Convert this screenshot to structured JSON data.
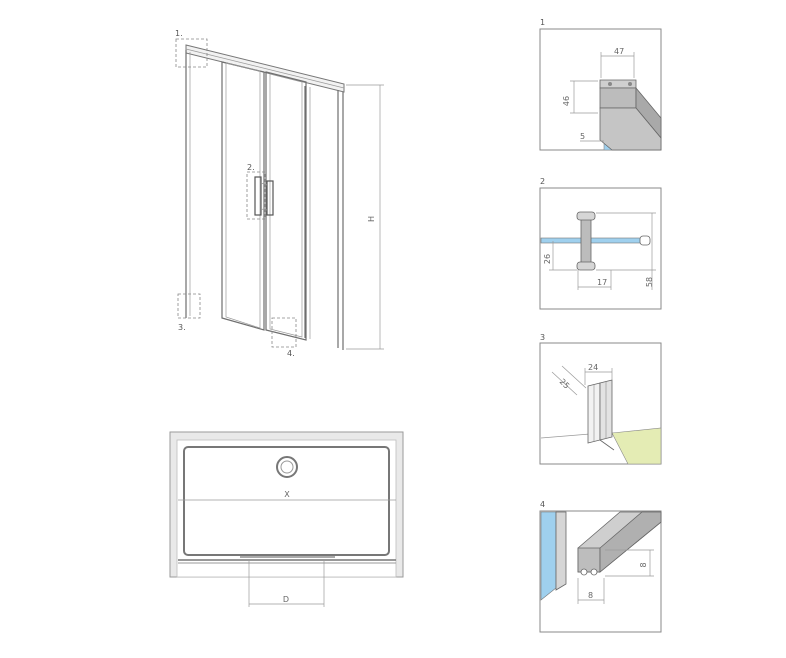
{
  "callouts": {
    "c1": "1.",
    "c2": "2.",
    "c3": "3.",
    "c4": "4."
  },
  "dims": {
    "height": "H",
    "width_x": "X",
    "depth_d": "D"
  },
  "details": {
    "d1": {
      "label": "1",
      "w": "47",
      "h": "46",
      "t": "5"
    },
    "d2": {
      "label": "2",
      "a": "26",
      "b": "17",
      "c": "58"
    },
    "d3": {
      "label": "3",
      "a": "25",
      "b": "24"
    },
    "d4": {
      "label": "4",
      "a": "8",
      "b": "8"
    }
  },
  "colors": {
    "glass": "#9fd0ee",
    "tray": "#e4ecb4",
    "profile": "#bcbcbc",
    "line": "#8a8a8a"
  }
}
